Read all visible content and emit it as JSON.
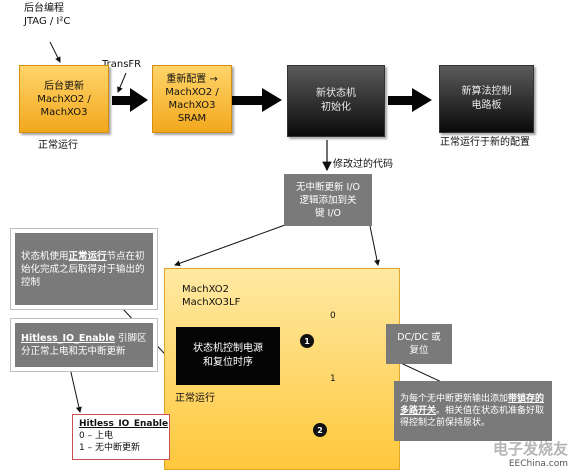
{
  "top_note": {
    "line1": "后台编程",
    "line2": "JTAG / I²C"
  },
  "transfr_label": "TransFR",
  "boxes": {
    "box1": {
      "line1": "后台更新",
      "line2": "MachXO2 /",
      "line3": "MachXO3"
    },
    "box2": {
      "line1": "重新配置 →",
      "line2": "MachXO2 /",
      "line3": "MachXO3",
      "line4": "SRAM"
    },
    "box3": {
      "line1": "新状态机",
      "line2": "初始化"
    },
    "box4": {
      "line1": "新算法控制",
      "line2": "电路板"
    }
  },
  "captions": {
    "normal_run_1": "正常运行",
    "normal_run_new": "正常运行于新的配置",
    "modified_code": "修改过的代码",
    "normal_run_2": "正常运行"
  },
  "gray_center": {
    "line1": "无中断更新 I/O",
    "line2": "逻辑添加到关",
    "line3": "键 I/O"
  },
  "gray_left": {
    "p1": "状态机使用",
    "p_u": "正常运行",
    "p2": "节点在初始化完成之后取得对于输出的控制"
  },
  "hitless_callout": {
    "head": "Hitless_IO_Enable",
    "body": " 引脚区分正常上电和无中断更新"
  },
  "hitless_box": {
    "title": "Hitless_IO_Enable",
    "line1": "0 – 上电",
    "line2": "1 – 无中断更新"
  },
  "machxo": {
    "line1": "MachXO2",
    "line2": "MachXO3LF"
  },
  "black_box": {
    "line1": "状态机控制电源",
    "line2": "和复位时序"
  },
  "mux": {
    "in0": "0",
    "in1": "1",
    "badge1": "1",
    "badge2": "2"
  },
  "dcdc": {
    "line1": "DC/DC 或",
    "line2": "复位"
  },
  "gray_right": {
    "p1": "为每个无中断更新输出添加",
    "p_u": "带锁存的多路开关",
    "p2": "。相关值在状态机准备好取得控制之前保持原状。"
  },
  "watermark": {
    "brand": "电子发烧友",
    "url": "EEChina.com"
  }
}
